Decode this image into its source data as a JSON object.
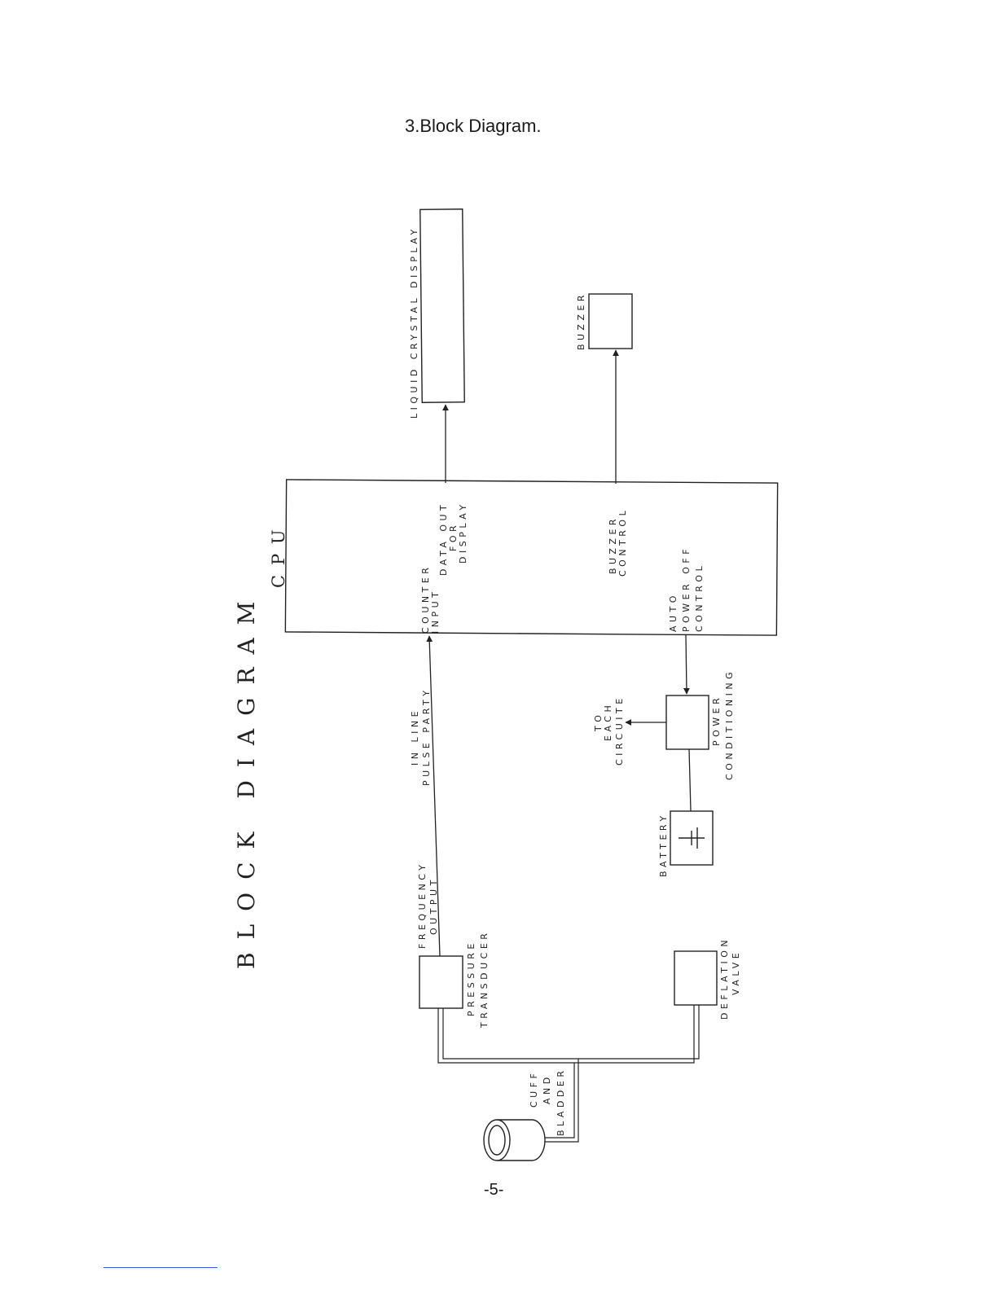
{
  "page": {
    "heading": "3.Block Diagram.",
    "page_number": "-5-"
  },
  "diagram": {
    "title": "BLOCK DIAGRAM",
    "blocks": {
      "cpu": "CPU",
      "lcd": "LIQUID CRYSTAL DISPLAY",
      "buzzer": "BUZZER",
      "power_conditioning": [
        "POWER",
        "CONDITIONING"
      ],
      "battery": "BATTERY",
      "pressure_transducer": [
        "PRESSURE",
        "TRANSDUCER"
      ],
      "deflation_valve": [
        "DEFLATION",
        "VALVE"
      ],
      "cuff_and_bladder": [
        "CUFF",
        "AND",
        "BLADDER"
      ]
    },
    "ports": {
      "counter_input": [
        "COUNTER",
        "INPUT"
      ],
      "data_out": [
        "DATA OUT",
        "FOR",
        "DISPLAY"
      ],
      "buzzer_control": [
        "BUZZER",
        "CONTROL"
      ],
      "auto_power_off": [
        "AUTO",
        "POWER OFF",
        "CONTROL"
      ]
    },
    "signals": {
      "frequency_output": [
        "FREQUENCY",
        "OUTPUT"
      ],
      "pulse_line": [
        "IN LINE",
        "PULSE PARTY"
      ],
      "to_each_circuit": [
        "TO",
        "EACH",
        "CIRCUITE"
      ]
    }
  }
}
